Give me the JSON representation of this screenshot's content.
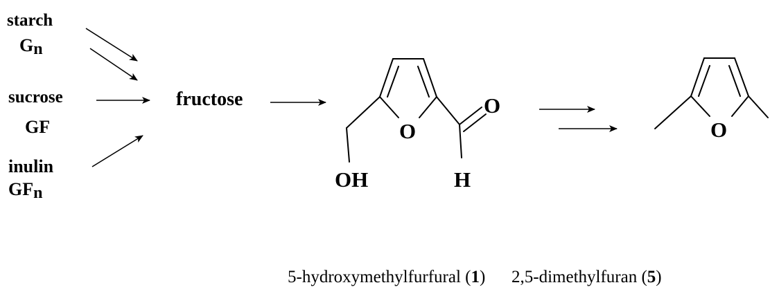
{
  "sources": [
    {
      "name": "starch",
      "symbol": "G",
      "subscript": "n"
    },
    {
      "name": "sucrose",
      "symbol": "GF",
      "subscript": ""
    },
    {
      "name": "inulin",
      "symbol": "GF",
      "subscript": "n"
    }
  ],
  "intermediate": "fructose",
  "hmf_atoms": {
    "ring_o": "O",
    "carbonyl_o": "O",
    "hydroxyl": "OH",
    "aldehyde_h": "H"
  },
  "dmf_atoms": {
    "ring_o": "O"
  },
  "captions": {
    "hmf": {
      "text": "5-hydroxymethylfurfural (",
      "num": "1",
      "close": ")"
    },
    "dmf": {
      "text": "2,5-dimethylfuran (",
      "num": "5",
      "close": ")"
    }
  }
}
